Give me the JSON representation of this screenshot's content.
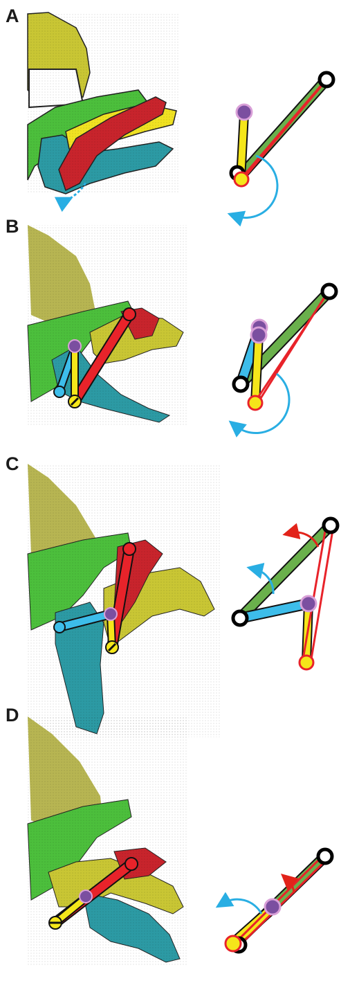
{
  "panels": [
    {
      "label": "A"
    },
    {
      "label": "B"
    },
    {
      "label": "C"
    },
    {
      "label": "D"
    }
  ],
  "colors": {
    "red_bar": "#e8232a",
    "green_bar": "#6ab04c",
    "yellow_bar": "#f5e61a",
    "blue_bar": "#3dbdea",
    "purple_joint": "#7b4fa0",
    "skull_green": "#4cbf3c",
    "skull_yellow": "#c9c634",
    "skull_red": "#c8242c",
    "skull_teal": "#2c9aa4",
    "skull_olive": "#b7b552",
    "arrow_blue": "#29aee3",
    "arrow_red": "#e2231a"
  },
  "icons": [
    "fixed-pivot-icon",
    "joint-icon",
    "rotation-arrow-icon"
  ]
}
